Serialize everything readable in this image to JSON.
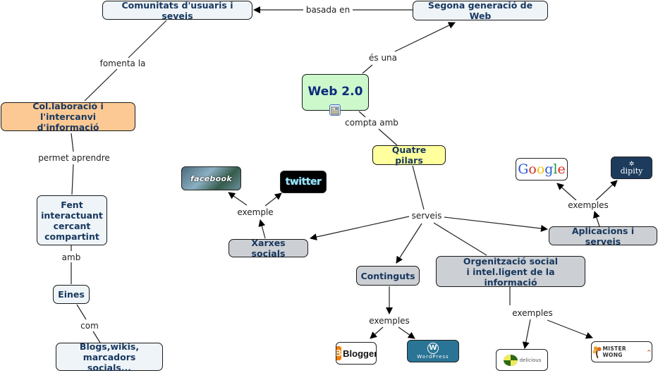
{
  "diagram": {
    "type": "concept-map",
    "title": "Web 2.0"
  },
  "nodes": {
    "comunitats": "Comunitats d'usuaris i seveis",
    "segona": "Segona generació de Web",
    "web20": "Web 2.0",
    "colaboracio": "Col.laboració i l'intercanvi d'informació",
    "quatre": "Quatre pilars",
    "fent": "Fent interactuant cercant compartint",
    "xarxes": "Xarxes socials",
    "aplicacions": "Aplicacions i serveis",
    "continguts": "Continguts",
    "organitzacio_l1": "Orgenització social",
    "organitzacio_l2": "i intel.ligent de la informació",
    "eines": "Eines",
    "blogs_l1": "Blogs,wikis,",
    "blogs_l2": "marcadors socials..."
  },
  "fent_lines": [
    "Fent",
    "interactuant",
    "cercant",
    "compartint"
  ],
  "colab_lines": [
    "Col.laboració i l'intercanvi",
    "d'informació"
  ],
  "links": {
    "basada_en": "basada en",
    "es_una": "és una",
    "compta_amb": "compta amb",
    "fomenta_la": "fomenta la",
    "permet_aprendre": "permet aprendre",
    "amb": "amb",
    "com": "com",
    "serveis": "serveis",
    "exemple": "exemple",
    "exemples_apps": "exemples",
    "exemples_cont": "exemples",
    "exemples_org": "exemples"
  },
  "image_nodes": {
    "facebook": "facebook",
    "twitter": "twitter",
    "google": [
      "G",
      "o",
      "o",
      "g",
      "l",
      "e"
    ],
    "google_colors": [
      "#2a5bd7",
      "#d62d20",
      "#f4c20d",
      "#2a5bd7",
      "#1c9a3c",
      "#d62d20"
    ],
    "dipity": "dipity",
    "blogger": "Blogger",
    "wordpress": "WordPress",
    "delicious": "delicious",
    "misterwong": "MISTER WONG"
  },
  "colors": {
    "blue_node": "#eef4f8",
    "gray_node": "#cccfd3",
    "orange_node": "#fcc994",
    "green_node": "#ccf8cc",
    "yellow_node": "#ffff9e",
    "node_text": "#17375e"
  },
  "icons": {
    "resource": "attached-resource-icon"
  }
}
